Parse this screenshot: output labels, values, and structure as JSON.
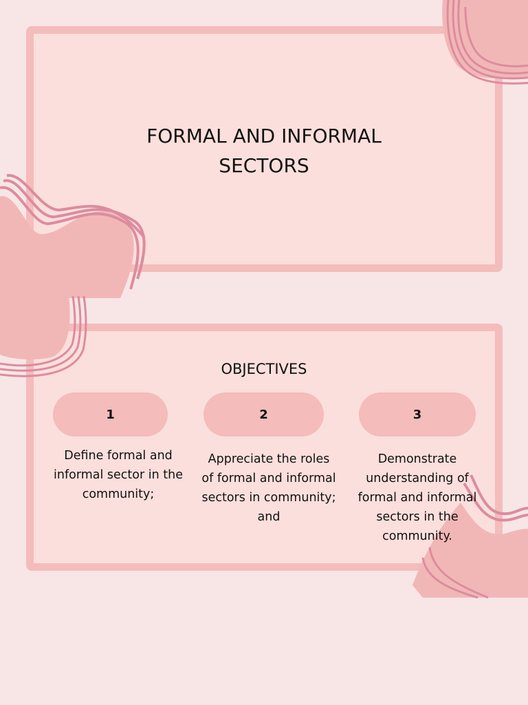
{
  "slide": {
    "title": "FORMAL AND INFORMAL\nSECTORS"
  },
  "objectives": {
    "heading": "OBJECTIVES",
    "items": [
      {
        "number": "1",
        "text": "Define formal and informal sector in the community;"
      },
      {
        "number": "2",
        "text": "Appreciate the roles of formal and informal sectors in community; and"
      },
      {
        "number": "3",
        "text": "Demonstrate understanding of formal and informal sectors in the community."
      }
    ]
  },
  "colors": {
    "background": "#f7e6e5",
    "card_fill": "#fbdfdc",
    "card_border": "#f4bcbb",
    "blob_fill": "#f1b7b6",
    "blob_stroke": "#dc8c9f"
  }
}
